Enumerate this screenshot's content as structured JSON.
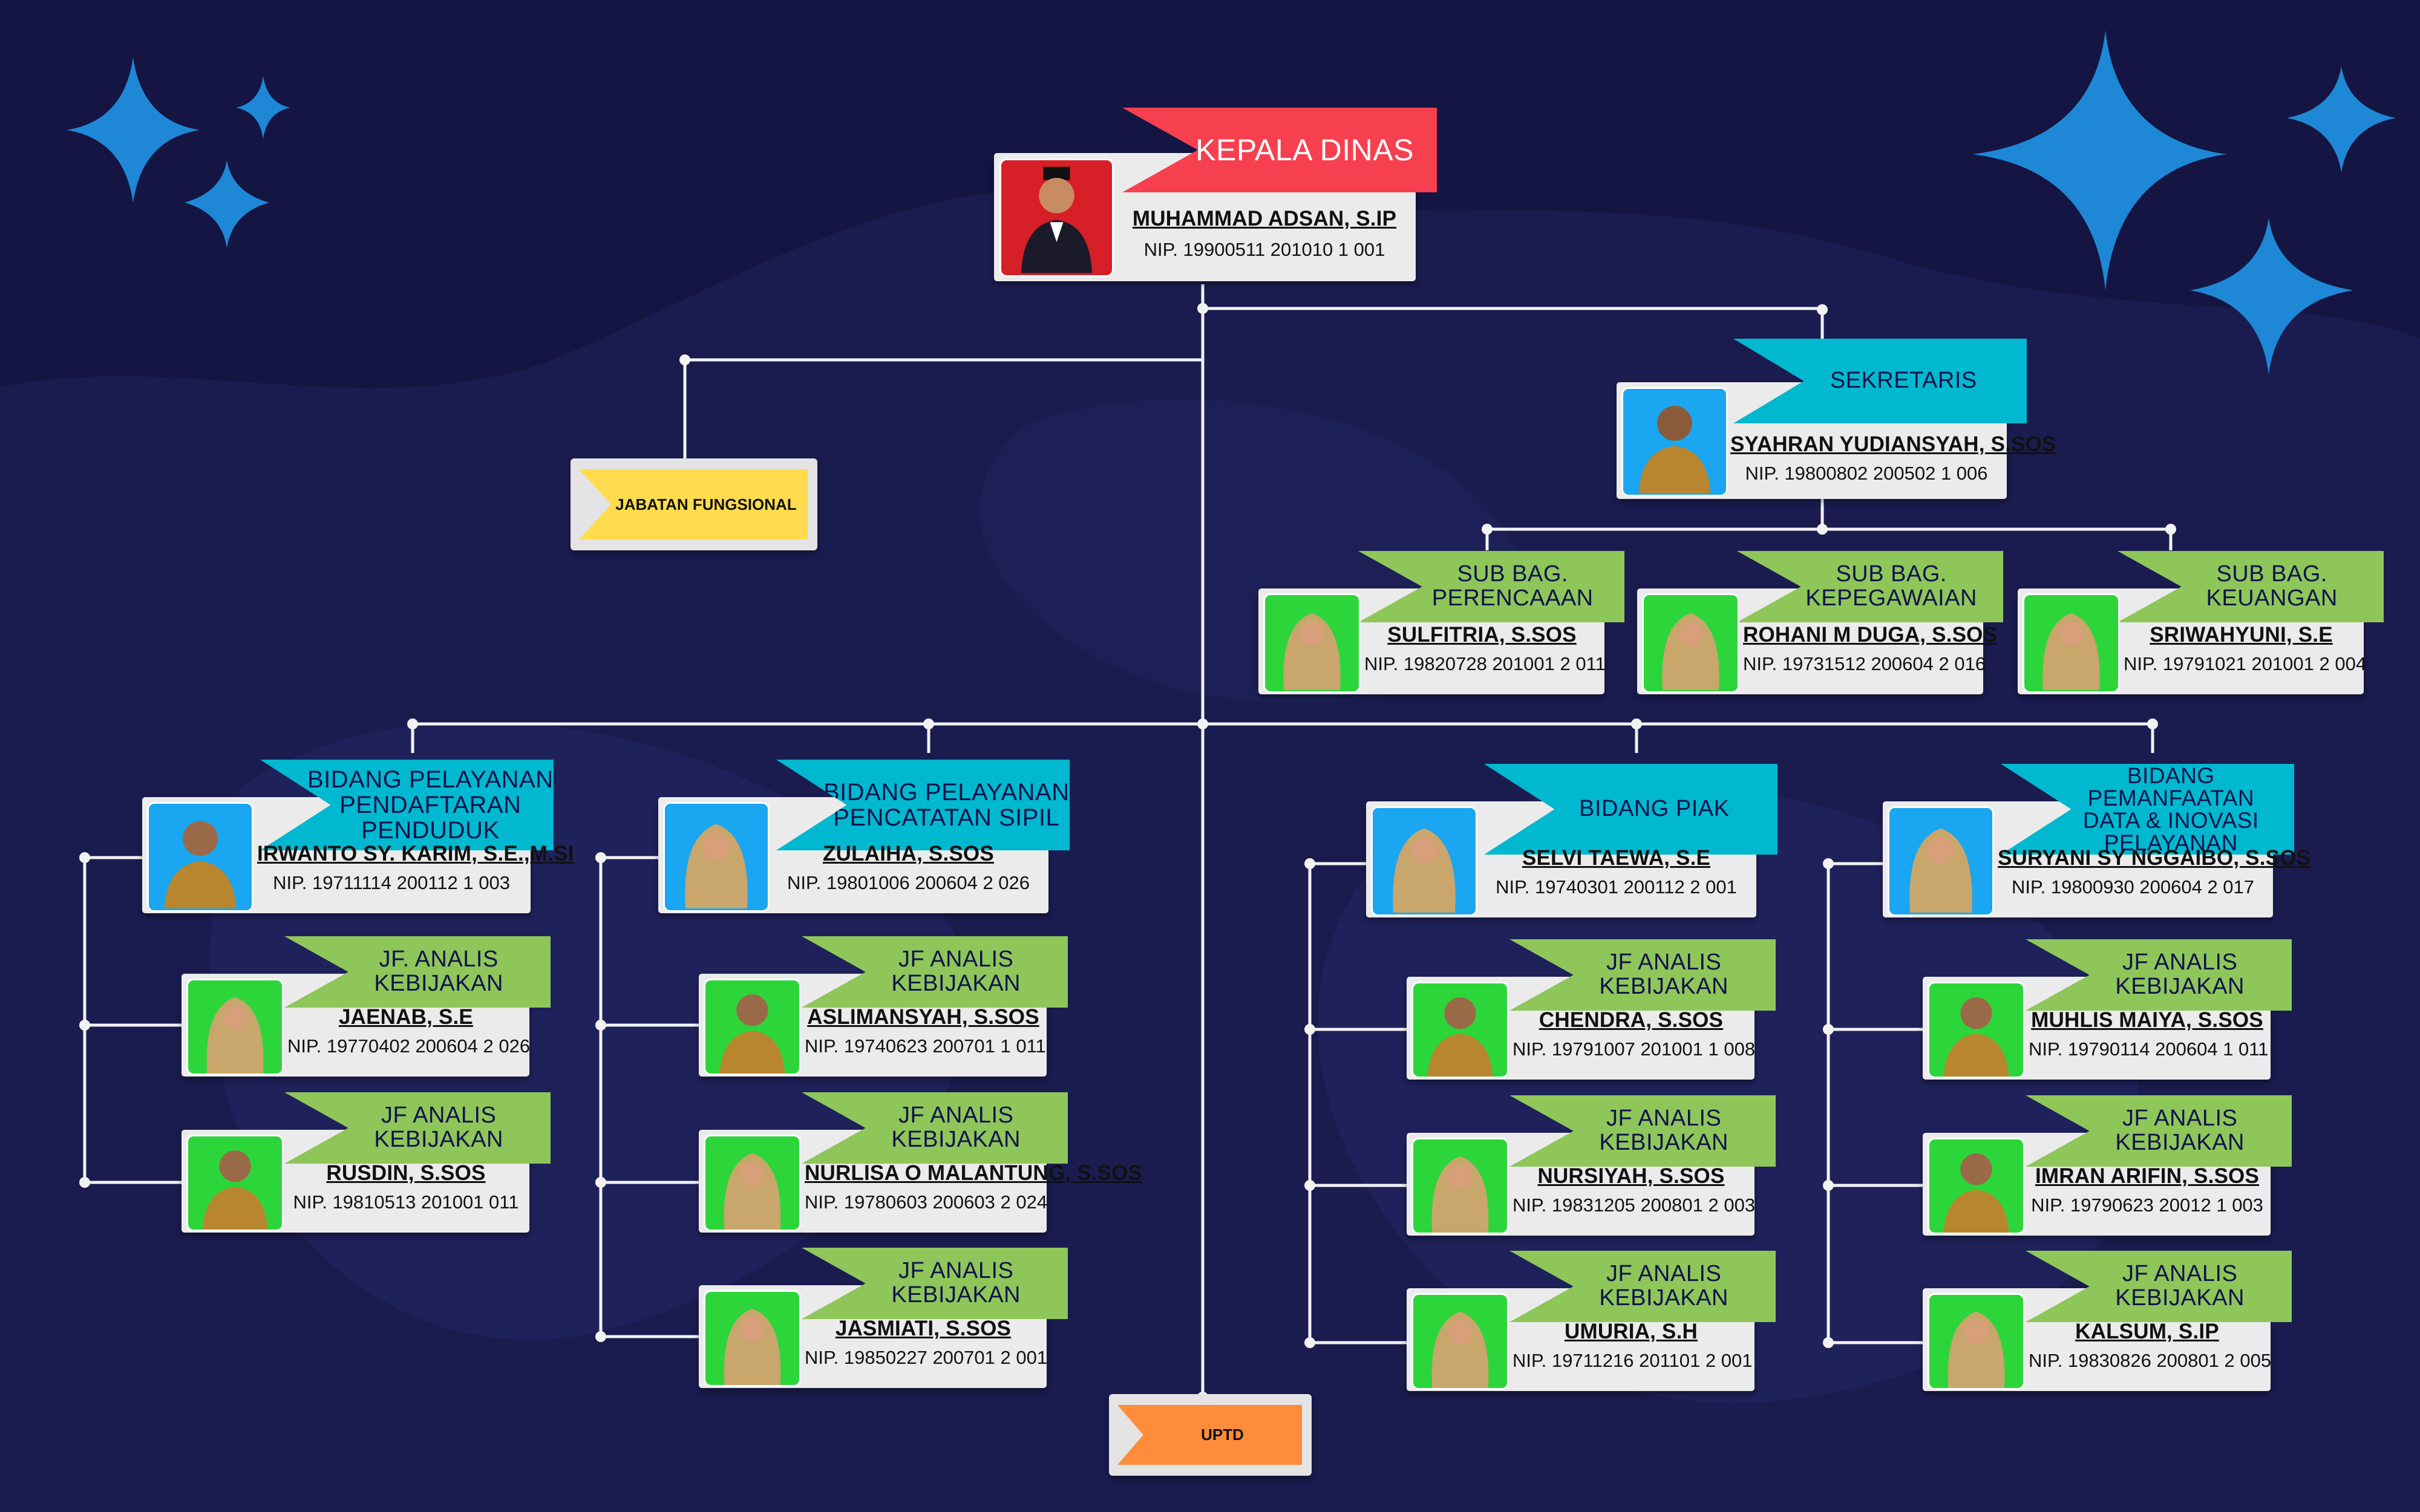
{
  "colors": {
    "background": "#141542",
    "head_ribbon": "#f6404f",
    "division_ribbon": "#00b8cf",
    "staff_ribbon": "#8ec65a",
    "jabatan_tag": "#ffdc4d",
    "uptd_tag": "#ff8c3a",
    "stars": "#1e88d6"
  },
  "head": {
    "title": "KEPALA DINAS",
    "name": "MUHAMMAD ADSAN, S.IP",
    "nip": "NIP. 19900511 201010 1 001"
  },
  "secretary": {
    "title": "SEKRETARIS",
    "name": "SYAHRAN YUDIANSYAH, S.SOS",
    "nip": "NIP. 19800802 200502 1 006"
  },
  "sub_bags": [
    {
      "title": "SUB BAG. PERENCAAAN",
      "name": "SULFITRIA, S.SOS",
      "nip": "NIP. 19820728 201001 2 011"
    },
    {
      "title": "SUB BAG. KEPEGAWAIAN",
      "name": "ROHANI M DUGA, S.SOS",
      "nip": "NIP. 19731512 200604 2 016"
    },
    {
      "title": "SUB BAG. KEUANGAN",
      "name": "SRIWAHYUNI, S.E",
      "nip": "NIP. 19791021 201001 2 004"
    }
  ],
  "jabatan_fungsional": {
    "label": "JABATAN FUNGSIONAL"
  },
  "uptd": {
    "label": "UPTD"
  },
  "divisions": [
    {
      "title_lines": [
        "BIDANG PELAYANAN",
        "PENDAFTARAN PENDUDUK"
      ],
      "name": "IRWANTO SY. KARIM, S.E.,M.SI",
      "nip": "NIP. 19711114 200112 1 003",
      "staff": [
        {
          "title": "JF. ANALIS KEBIJAKAN",
          "name": "JAENAB, S.E",
          "nip": "NIP. 19770402 200604 2 026"
        },
        {
          "title": "JF ANALIS KEBIJAKAN",
          "name": "RUSDIN, S.SOS",
          "nip": "NIP. 19810513 201001  011"
        }
      ]
    },
    {
      "title_lines": [
        "BIDANG PELAYANAN",
        "PENCATATAN SIPIL"
      ],
      "name": "ZULAIHA, S.SOS",
      "nip": "NIP. 19801006 200604 2 026",
      "staff": [
        {
          "title": "JF ANALIS KEBIJAKAN",
          "name": "ASLIMANSYAH, S.SOS",
          "nip": "NIP. 19740623 200701 1 011"
        },
        {
          "title": "JF ANALIS KEBIJAKAN",
          "name": "NURLISA O MALANTUNG, S.SOS",
          "nip": "NIP. 19780603 200603 2 024"
        },
        {
          "title": "JF ANALIS KEBIJAKAN",
          "name": "JASMIATI, S.SOS",
          "nip": "NIP. 19850227 200701 2 001"
        }
      ]
    },
    {
      "title_lines": [
        "BIDANG PIAK"
      ],
      "name": "SELVI TAEWA, S.E",
      "nip": "NIP. 19740301 200112 2 001",
      "staff": [
        {
          "title": "JF ANALIS KEBIJAKAN",
          "name": "CHENDRA, S.SOS",
          "nip": "NIP. 19791007 201001 1 008"
        },
        {
          "title": "JF ANALIS KEBIJAKAN",
          "name": "NURSIYAH, S.SOS",
          "nip": "NIP. 19831205 200801 2 003"
        },
        {
          "title": "JF ANALIS KEBIJAKAN",
          "name": "UMURIA, S.H",
          "nip": "NIP. 19711216 201101 2 001"
        }
      ]
    },
    {
      "title_lines": [
        "BIDANG PEMANFAATAN",
        "DATA & INOVASI",
        "PELAYANAN"
      ],
      "name": "SURYANI SY NGGAIBO, S.SOS",
      "nip": "NIP. 19800930 200604 2 017",
      "staff": [
        {
          "title": "JF ANALIS KEBIJAKAN",
          "name": "MUHLIS MAIYA, S.SOS",
          "nip": "NIP. 19790114 200604 1 011"
        },
        {
          "title": "JF ANALIS KEBIJAKAN",
          "name": "IMRAN ARIFIN, S.SOS",
          "nip": "NIP. 19790623 20012 1 003"
        },
        {
          "title": "JF ANALIS KEBIJAKAN",
          "name": "KALSUM, S.IP",
          "nip": "NIP. 19830826 200801 2 005"
        }
      ]
    }
  ]
}
